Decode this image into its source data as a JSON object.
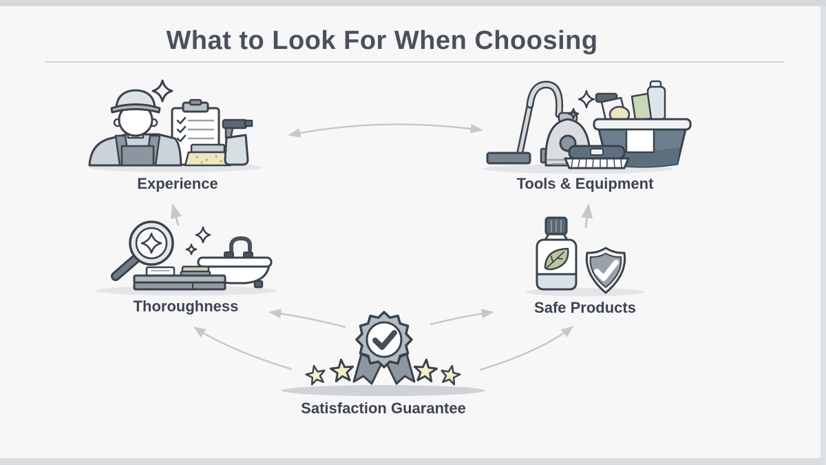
{
  "page": {
    "title": "What to Look For When Choosing"
  },
  "features": [
    {
      "id": "experience",
      "label": "Experience",
      "icons": [
        "cleaner-person",
        "clipboard-checklist",
        "sponge",
        "spray-bottle",
        "sparkle"
      ]
    },
    {
      "id": "tools-equipment",
      "label": "Tools & Equipment",
      "icons": [
        "vacuum-cleaner",
        "sparkles",
        "scrub-brush",
        "supply-bucket"
      ]
    },
    {
      "id": "thoroughness",
      "label": "Thoroughness",
      "icons": [
        "magnifying-glass",
        "sparkles",
        "counter-with-sponges",
        "bathtub"
      ]
    },
    {
      "id": "safe-products",
      "label": "Safe Products",
      "icons": [
        "eco-bottle-leaf",
        "shield-checkmark"
      ]
    },
    {
      "id": "satisfaction-guarantee",
      "label": "Satisfaction Guarantee",
      "icons": [
        "award-badge-checkmark",
        "ribbons",
        "stars"
      ]
    }
  ],
  "connections": [
    {
      "from": "experience",
      "to": "tools-equipment",
      "bidirectional": true
    },
    {
      "from": "thoroughness",
      "to": "experience",
      "bidirectional": false
    },
    {
      "from": "safe-products",
      "to": "tools-equipment",
      "bidirectional": false
    },
    {
      "from": "satisfaction-guarantee",
      "to": "thoroughness",
      "bidirectional": false
    },
    {
      "from": "satisfaction-guarantee",
      "to": "safe-products",
      "bidirectional": false
    }
  ],
  "theme": {
    "bg": "#f7f7f8",
    "bar_top": "#d5d8db",
    "bar_bottom": "#d9dcdf",
    "bar_right": "#dde1e4",
    "title_color": "#4a515a",
    "label_color": "#3d4450",
    "rule_color": "#d4d5d8",
    "arrow_color": "#c5c8cc",
    "outline_ink": "#3a424b",
    "star_fill": "#f6eecb",
    "leaf_green": "#b9c79d",
    "bucket_blue": "#6d7f8f",
    "shield_grey": "#99a2ab",
    "badge_grey": "#b5bbc2"
  }
}
